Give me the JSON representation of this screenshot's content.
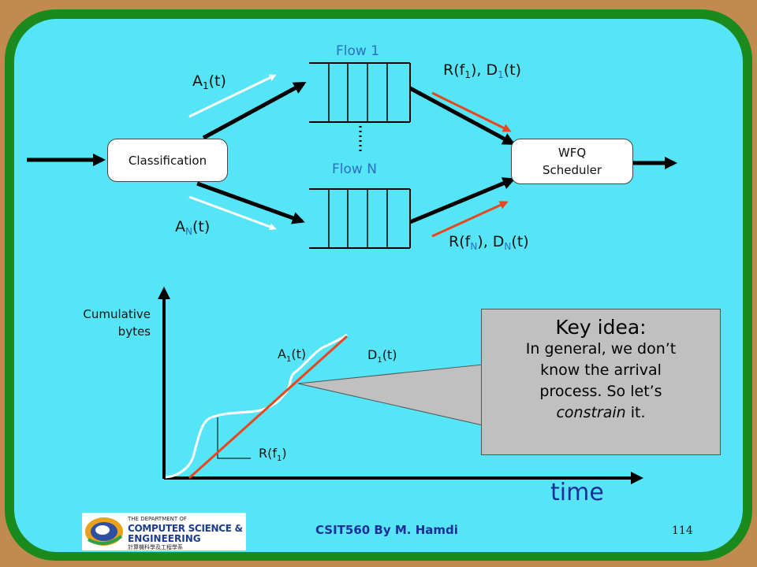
{
  "top_diagram": {
    "classification_label": "Classification",
    "scheduler_label": "WFQ Scheduler",
    "flow1_label": "Flow 1",
    "flowN_label": "Flow N",
    "arrival1": {
      "base": "A",
      "sub": "1",
      "suffix": "(t)"
    },
    "arrivalN": {
      "base": "A",
      "sub": "N",
      "suffix": "(t)"
    },
    "rate1": {
      "p1": "R(f",
      "sub1": "1",
      "p2": "), D",
      "sub2": "1",
      "p3": "(t)"
    },
    "rateN": {
      "p1": "R(f",
      "sub1": "N",
      "p2": "), D",
      "sub2": "N",
      "p3": "(t)"
    }
  },
  "graph": {
    "ylabel_line1": "Cumulative",
    "ylabel_line2": "bytes",
    "xlabel": "time",
    "arrival_label": {
      "base": "A",
      "sub": "1",
      "suffix": "(t)"
    },
    "departure_label": {
      "base": "D",
      "sub": "1",
      "suffix": "(t)"
    },
    "slope_label": {
      "base": "R(f",
      "sub": "1",
      "suffix": ")"
    }
  },
  "callout": {
    "title": "Key idea:",
    "line1": "In general, we don’t",
    "line2": "know the arrival",
    "line3": "process. So let’s",
    "emph": "constrain",
    "tail": " it."
  },
  "footer": {
    "author": "CSIT560 By M. Hamdi",
    "page_number": "114",
    "logo_line1": "THE DEPARTMENT OF",
    "logo_line2": "COMPUTER SCIENCE &",
    "logo_line3": "ENGINEERING",
    "logo_line4": "計算機科學及工程學系"
  },
  "colors": {
    "background": "#c18a4e",
    "frame": "#1a8a1f",
    "content": "#55e5f6",
    "rate_arrow": "#e8461c",
    "flow_label": "#2c6fbf",
    "footer_text": "#1c2e9a"
  }
}
